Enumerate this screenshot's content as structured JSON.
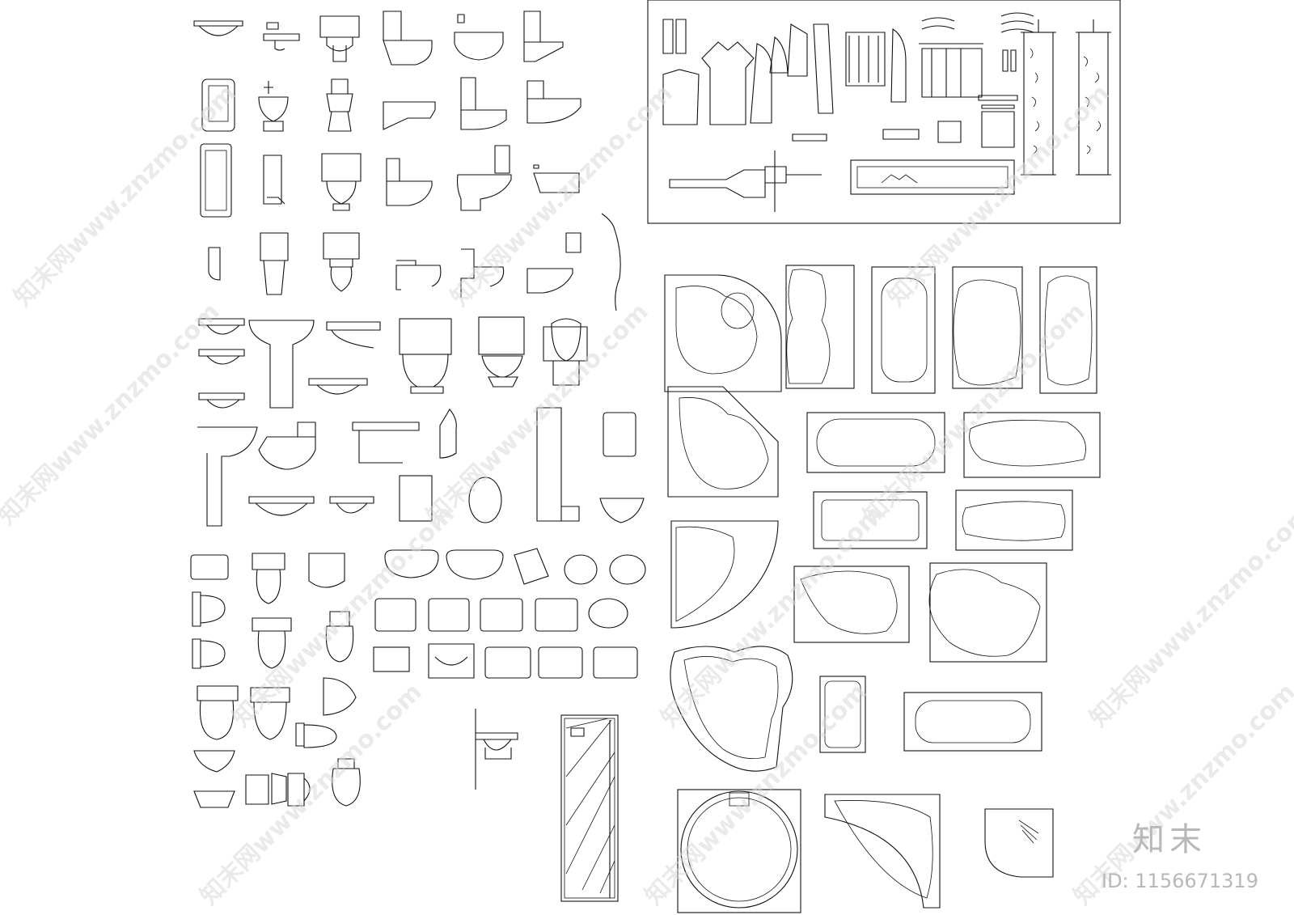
{
  "watermark": {
    "text": "知末网www.znzmo.com"
  },
  "brand": {
    "logo": "知末",
    "id": "ID: 1156671319"
  },
  "icons": {
    "toilet": "toilet-icon",
    "sink": "sink-icon",
    "bathtub": "bathtub-icon",
    "clothes": "clothes-icon",
    "scroll": "scroll-painting-icon",
    "shower": "shower-icon"
  }
}
